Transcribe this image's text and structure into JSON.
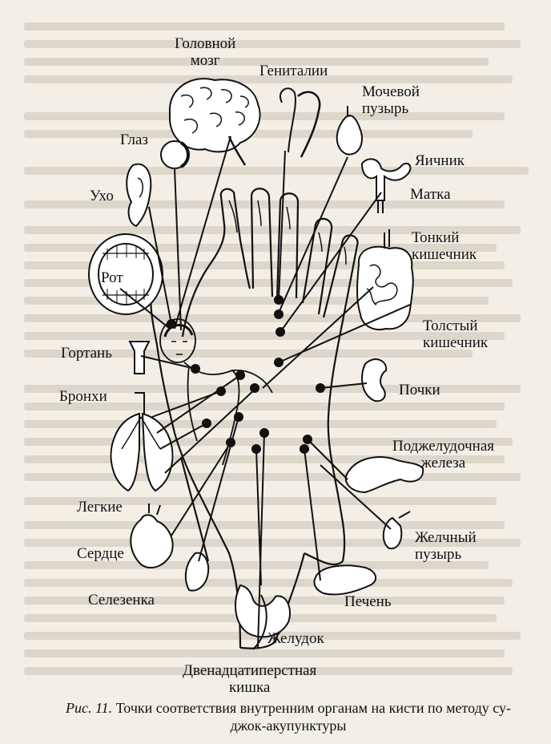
{
  "labels": {
    "brain": "Головной\nмозг",
    "genitals": "Гениталии",
    "bladder": "Мочевой\nпузырь",
    "eye": "Глаз",
    "ovary": "Яичник",
    "ear": "Ухо",
    "uterus": "Матка",
    "small_intestine": "Тонкий\nкишечник",
    "mouth": "Рот",
    "large_intestine": "Толстый\nкишечник",
    "larynx": "Гортань",
    "kidneys": "Почки",
    "bronchi": "Бронхи",
    "pancreas": "Поджелудочная\nжелеза",
    "lungs": "Легкие",
    "gallbladder": "Желчный\nпузырь",
    "heart": "Сердце",
    "liver": "Печень",
    "spleen": "Селезенка",
    "stomach": "Желудок",
    "duodenum": "Двенадцатиперстная\nкишка"
  },
  "caption": {
    "figure": "Рис. 11.",
    "text": "Точки соответствия внутренним органам на кисти по методу су-джок-акупунктуры"
  }
}
